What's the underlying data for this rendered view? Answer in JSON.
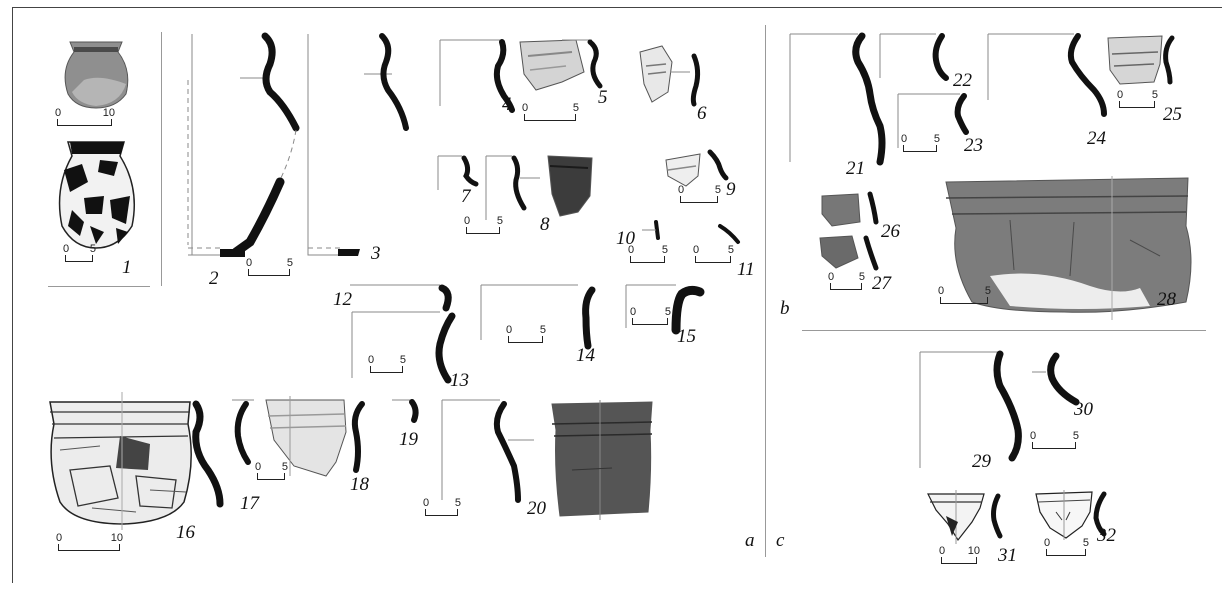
{
  "sections": {
    "a": "a",
    "b": "b",
    "c": "c"
  },
  "finds": [
    {
      "id": "1",
      "label": "1"
    },
    {
      "id": "2",
      "label": "2"
    },
    {
      "id": "3",
      "label": "3"
    },
    {
      "id": "4",
      "label": "4"
    },
    {
      "id": "5",
      "label": "5"
    },
    {
      "id": "6",
      "label": "6"
    },
    {
      "id": "7",
      "label": "7"
    },
    {
      "id": "8",
      "label": "8"
    },
    {
      "id": "9",
      "label": "9"
    },
    {
      "id": "10",
      "label": "10"
    },
    {
      "id": "11",
      "label": "11"
    },
    {
      "id": "12",
      "label": "12"
    },
    {
      "id": "13",
      "label": "13"
    },
    {
      "id": "14",
      "label": "14"
    },
    {
      "id": "15",
      "label": "15"
    },
    {
      "id": "16",
      "label": "16"
    },
    {
      "id": "17",
      "label": "17"
    },
    {
      "id": "18",
      "label": "18"
    },
    {
      "id": "19",
      "label": "19"
    },
    {
      "id": "20",
      "label": "20"
    },
    {
      "id": "21",
      "label": "21"
    },
    {
      "id": "22",
      "label": "22"
    },
    {
      "id": "23",
      "label": "23"
    },
    {
      "id": "24",
      "label": "24"
    },
    {
      "id": "25",
      "label": "25"
    },
    {
      "id": "26",
      "label": "26"
    },
    {
      "id": "27",
      "label": "27"
    },
    {
      "id": "28",
      "label": "28"
    },
    {
      "id": "29",
      "label": "29"
    },
    {
      "id": "30",
      "label": "30"
    },
    {
      "id": "31",
      "label": "31"
    },
    {
      "id": "32",
      "label": "32"
    }
  ],
  "scale_bars": [
    {
      "id": "s1",
      "start": "0",
      "end": "10"
    },
    {
      "id": "s2",
      "start": "0",
      "end": "5"
    },
    {
      "id": "s3",
      "start": "0",
      "end": "5"
    },
    {
      "id": "s4",
      "start": "0",
      "end": "5"
    },
    {
      "id": "s5",
      "start": "0",
      "end": "5"
    },
    {
      "id": "s6",
      "start": "0",
      "end": "5"
    },
    {
      "id": "s7",
      "start": "0",
      "end": "5"
    },
    {
      "id": "s8",
      "start": "0",
      "end": "5"
    },
    {
      "id": "s9",
      "start": "0",
      "end": "5"
    },
    {
      "id": "s10",
      "start": "0",
      "end": "5"
    },
    {
      "id": "s11",
      "start": "0",
      "end": "5"
    },
    {
      "id": "s12",
      "start": "0",
      "end": "5"
    },
    {
      "id": "s13",
      "start": "0",
      "end": "10"
    },
    {
      "id": "s14",
      "start": "0",
      "end": "5"
    },
    {
      "id": "s15",
      "start": "0",
      "end": "5"
    },
    {
      "id": "s16",
      "start": "0",
      "end": "5"
    },
    {
      "id": "s17",
      "start": "0",
      "end": "5"
    },
    {
      "id": "s18",
      "start": "0",
      "end": "5"
    },
    {
      "id": "s19",
      "start": "0",
      "end": "5"
    },
    {
      "id": "s20",
      "start": "0",
      "end": "10"
    },
    {
      "id": "s21",
      "start": "0",
      "end": "5"
    },
    {
      "id": "s22",
      "start": "0",
      "end": "5"
    },
    {
      "id": "s23",
      "start": "0",
      "end": "5"
    }
  ]
}
